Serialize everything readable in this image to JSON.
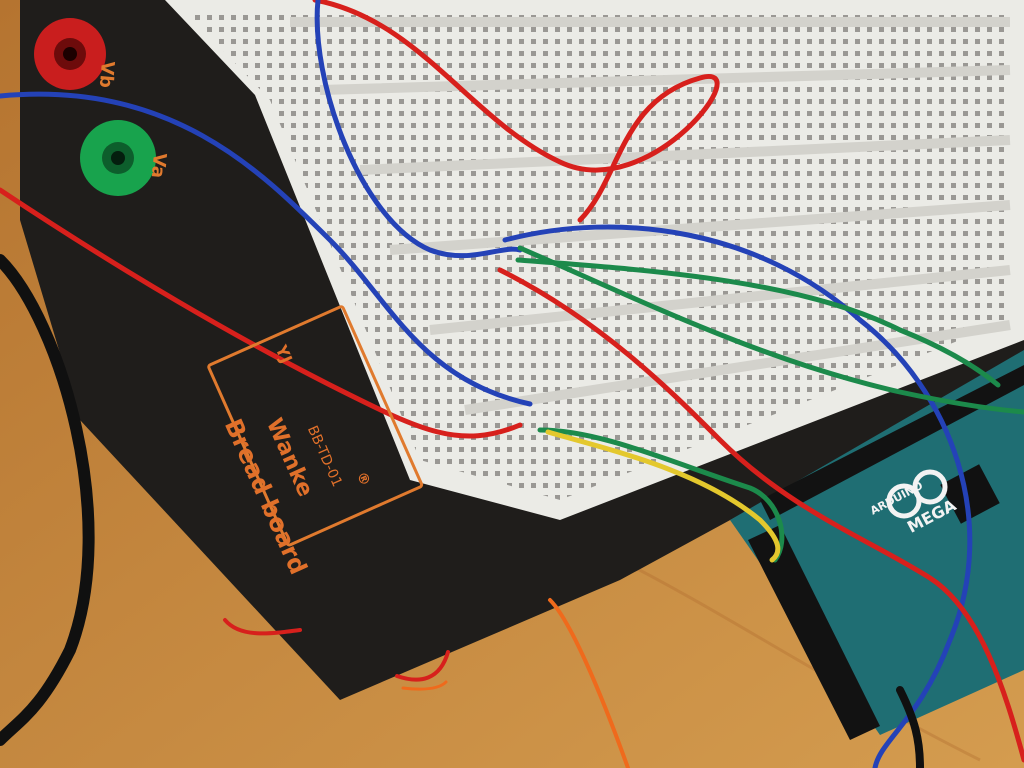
{
  "scene": {
    "description_labels": {
      "brand_main": "Bread board",
      "brand_sub": "Wanke",
      "brand_model": "BB-TD-01",
      "brand_logo": "YJ",
      "brand_reg": "®",
      "terminal_a": "Va",
      "terminal_b": "Vb",
      "board_label": "ARDUINO",
      "board_model": "MEGA"
    },
    "colors": {
      "table": "#c98a3c",
      "platform": "#1f1d1b",
      "breadboard": "#ebebe6",
      "arduino": "#1f6e73",
      "wire_red": "#d7201c",
      "wire_blue": "#2442b7",
      "wire_green": "#1c8a4b",
      "wire_yellow": "#e4c82d",
      "wire_orange": "#ef6a1c",
      "wire_black": "#101010"
    }
  }
}
